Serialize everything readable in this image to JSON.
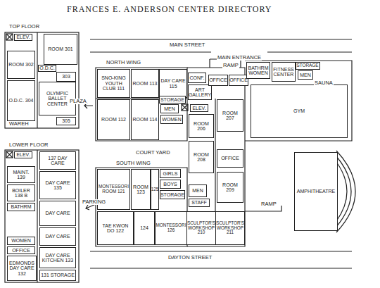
{
  "diagram": {
    "title": "FRANCES E. ANDERSON CENTER DIRECTORY",
    "nodes": [
      {
        "text": [
          "ELEV."
        ]
      },
      {
        "text": [
          "ROOM 301"
        ]
      },
      {
        "text": [
          "ROOM 302"
        ]
      },
      {
        "text": [
          "O.D.C."
        ]
      },
      {
        "text": [
          "303"
        ]
      },
      {
        "text": [
          "O.D.C. 304"
        ]
      },
      {
        "text": [
          "OLYMPIC BALLET CENTER"
        ]
      },
      {
        "text": [
          "305"
        ]
      },
      {
        "text": [
          "ELEV."
        ]
      },
      {
        "text": [
          "137 DAY CARE"
        ]
      },
      {
        "text": [
          "MAINT. 139"
        ]
      },
      {
        "text": [
          "DAY CARE 135"
        ]
      },
      {
        "text": [
          "BOILER 138 B"
        ]
      },
      {
        "text": [
          "BATHRM"
        ]
      },
      {
        "text": [
          "DAY CARE"
        ]
      },
      {
        "text": [
          "WOMEN"
        ]
      },
      {
        "text": [
          "DAY CARE"
        ]
      },
      {
        "text": [
          "OFFICE"
        ]
      },
      {
        "text": [
          "EDMONDS DAY CARE 132"
        ]
      },
      {
        "text": [
          "DAY CARE KITCHEN 133"
        ]
      },
      {
        "text": [
          "131 STORAGE"
        ]
      },
      {
        "text": [
          "SNO-KING YOUTH CLUB 111"
        ]
      },
      {
        "text": [
          "ROOM 113"
        ]
      },
      {
        "text": [
          "DAY CARE 115"
        ]
      },
      {
        "text": [
          "CONF."
        ]
      },
      {
        "text": [
          "ART GALLERY"
        ]
      },
      {
        "text": [
          "OFFICE"
        ]
      },
      {
        "text": [
          "OFFICE"
        ]
      },
      {
        "text": [
          "BATHRM WOMEN"
        ]
      },
      {
        "text": [
          "FITNESS CENTER"
        ]
      },
      {
        "text": [
          "STORAGE"
        ]
      },
      {
        "text": [
          "MEN"
        ]
      },
      {
        "text": [
          "GYM"
        ]
      },
      {
        "text": [
          "ROOM 112"
        ]
      },
      {
        "text": [
          "ROOM 114"
        ]
      },
      {
        "text": [
          "STORAGE"
        ]
      },
      {
        "text": [
          "MEN"
        ]
      },
      {
        "text": [
          "WOMEN"
        ]
      },
      {
        "text": [
          "ELEV."
        ]
      },
      {
        "text": [
          "ROOM 206"
        ]
      },
      {
        "text": [
          "ROOM 207"
        ]
      },
      {
        "text": [
          "OFFICE"
        ]
      },
      {
        "text": [
          "ROOM 208"
        ]
      },
      {
        "text": [
          "ROOM 209"
        ]
      },
      {
        "text": [
          "MEN"
        ]
      },
      {
        "text": [
          "STAFF"
        ]
      },
      {
        "text": [
          "MONTESSORI ROOM 121"
        ]
      },
      {
        "text": [
          "ROOM 123"
        ]
      },
      {
        "text": [
          "125"
        ]
      },
      {
        "text": [
          "GIRLS"
        ]
      },
      {
        "text": [
          "BOYS"
        ]
      },
      {
        "text": [
          "STORAGE"
        ]
      },
      {
        "text": [
          "TAE KWON DO 122"
        ]
      },
      {
        "text": [
          "124"
        ]
      },
      {
        "text": [
          "MONTESSORI 126"
        ]
      },
      {
        "text": [
          "SCULPTOR'S WORKSHOP 210"
        ]
      },
      {
        "text": [
          "SCULPTOR'S WORKSHOP 211"
        ]
      },
      {
        "text": [
          "AMPHITHEATRE"
        ]
      }
    ],
    "labels": [
      "TOP FLOOR",
      "WAREH",
      "LOWER FLOOR",
      "MAIN STREET",
      "MAIN ENTRANCE",
      "NORTH WING",
      "RAMP",
      "SAUNA",
      "PLAZA",
      "COURT YARD",
      "SOUTH WING",
      "PARKING",
      "RAMP",
      "DAYTON STREET"
    ]
  }
}
